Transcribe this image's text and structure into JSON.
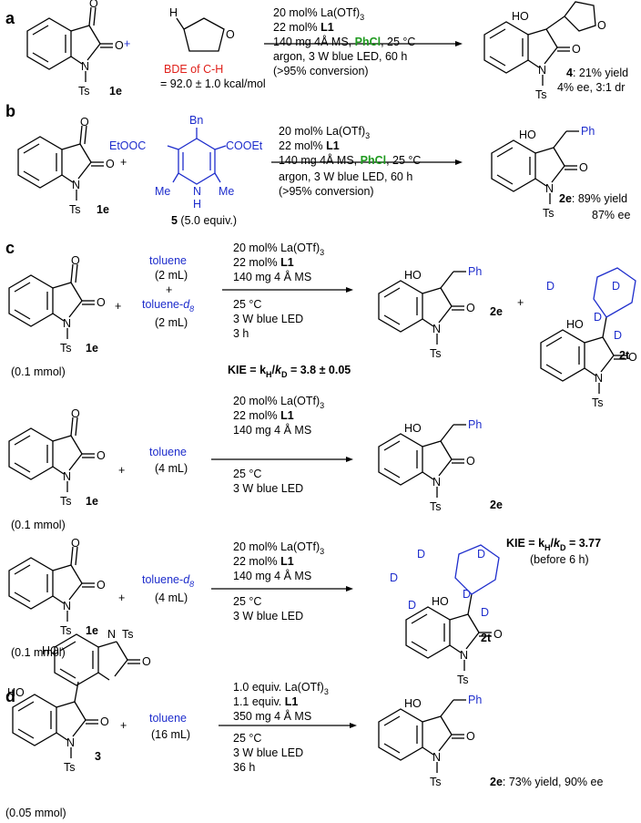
{
  "panel_labels": {
    "a": "a",
    "b": "b",
    "c": "c",
    "d": "d"
  },
  "atoms": {
    "O": "O",
    "N": "N",
    "Ts": "Ts",
    "H": "H",
    "HO": "HO",
    "Ph": "Ph",
    "Bn": "Bn",
    "D": "D",
    "Me": "Me",
    "NH_N": "N",
    "NH_H": "H",
    "EtOOC": "EtOOC",
    "COOEt": "COOEt",
    "plus": "+"
  },
  "a": {
    "bde_label": "BDE of C-H",
    "bde_value": "= 92.0 ± 1.0 kcal/mol",
    "cond_1": "20 mol% La(OTf)",
    "sub3": "3",
    "cond_2_pre": "22 mol% ",
    "cond_L1": "L1",
    "cond_3_pre": "140 mg 4Å MS, ",
    "cond_PhCl": "PhCl",
    "cond_3_post": ", 25 °C",
    "cond_4": "argon, 3 W blue LED, 60 h",
    "cond_5": "(>95% conversion)",
    "compound_1e": "1e",
    "product_num": "4",
    "product_yield": ": 21% yield",
    "product_ee": "4% ee, 3:1 dr"
  },
  "b": {
    "compound_1e": "1e",
    "compound_5": "5",
    "compound_5_eq": " (5.0 equiv.)",
    "cond_1": "20 mol% La(OTf)",
    "cond_2_pre": "22 mol% ",
    "cond_L1": "L1",
    "cond_3_pre": "140 mg 4Å MS, ",
    "cond_PhCl": "PhCl",
    "cond_3_post": ", 25 °C",
    "cond_4": "argon, 3 W blue LED, 60 h",
    "cond_5": "(>95% conversion)",
    "product_num": "2e",
    "product_yield": ": 89% yield",
    "product_ee": "87% ee"
  },
  "c": {
    "compound_1e": "1e",
    "mmol": "(0.1 mmol)",
    "toluene": "toluene",
    "toluene_d8_pre": "toluene-",
    "toluene_d8_sub": "d",
    "toluene_d8_num": "8",
    "vol_2": "(2 mL)",
    "vol_4": "(4 mL)",
    "cond_1": "20 mol% La(OTf)",
    "cond_2_pre": "22 mol% ",
    "cond_L1": "L1",
    "cond_3": "140 mg 4 Å MS",
    "cond_temp": "25 °C",
    "cond_led": "3 W blue LED",
    "cond_time": "3 h",
    "prod_2e": "2e",
    "prod_2t": "2t",
    "kie1": "KIE = k",
    "kie1_val": " = 3.8 ± 0.05",
    "kie2_val": " = 3.77",
    "kie_before": "(before 6 h)"
  },
  "d": {
    "compound_3": "3",
    "mmol": "(0.05 mmol)",
    "toluene": "toluene",
    "vol": "(16 mL)",
    "cond_1": "1.0 equiv. La(OTf)",
    "cond_2_pre": "1.1 equiv. ",
    "cond_L1": "L1",
    "cond_3": "350 mg 4 Å MS",
    "cond_temp": "25 °C",
    "cond_led": "3 W blue LED",
    "cond_time": "36 h",
    "product_num": "2e",
    "product_text": ": 73% yield, 90% ee"
  }
}
